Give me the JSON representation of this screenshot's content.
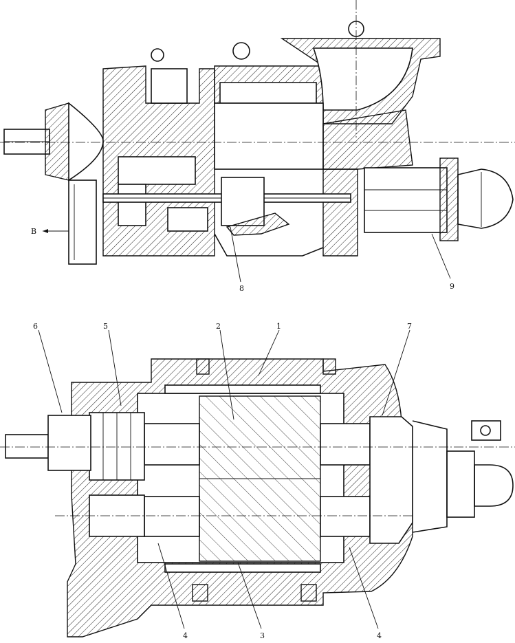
{
  "labels": {
    "view_arrow": "B",
    "upper_callouts": [
      "8",
      "9"
    ],
    "lower_top_callouts": [
      "6",
      "5",
      "2",
      "1",
      "7"
    ],
    "lower_bottom_callouts": [
      "4",
      "3",
      "4"
    ]
  },
  "colors": {
    "line": "#111111",
    "background": "#ffffff"
  }
}
